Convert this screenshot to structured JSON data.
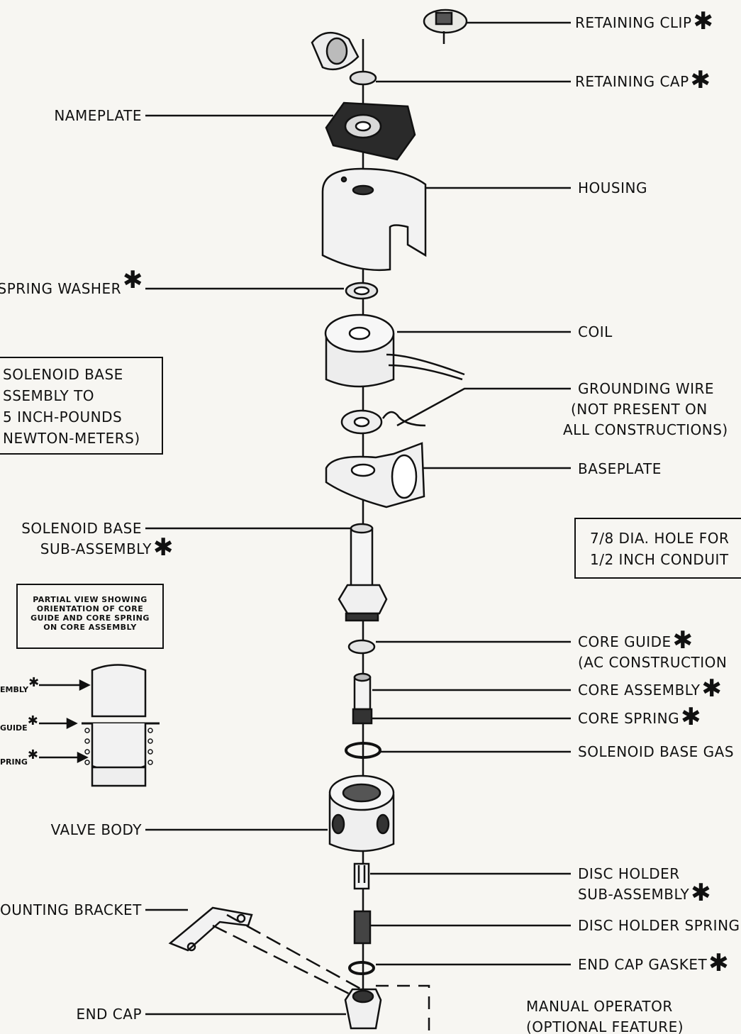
{
  "labels": {
    "retaining_clip": "RETAINING CLIP",
    "retaining_cap": "RETAINING CAP",
    "nameplate": "NAMEPLATE",
    "housing": "HOUSING",
    "spring_washer": "SPRING WASHER",
    "coil": "COIL",
    "grounding_wire_1": "GROUNDING WIRE",
    "grounding_wire_2": "(NOT PRESENT ON",
    "grounding_wire_3": "ALL CONSTRUCTIONS)",
    "baseplate": "BASEPLATE",
    "solenoid_base_sub_1": "SOLENOID BASE",
    "solenoid_base_sub_2": "SUB-ASSEMBLY",
    "core_guide_1": "CORE GUIDE",
    "core_guide_2": "(AC CONSTRUCTION",
    "core_assembly": "CORE ASSEMBLY",
    "core_spring": "CORE SPRING",
    "solenoid_base_gasket": "SOLENOID BASE GAS",
    "valve_body": "VALVE BODY",
    "disc_holder_sub_1": "DISC HOLDER",
    "disc_holder_sub_2": "SUB-ASSEMBLY",
    "mounting_bracket": "OUNTING BRACKET",
    "disc_holder_spring": "DISC HOLDER SPRING",
    "end_cap_gasket": "END CAP GASKET",
    "end_cap": "END CAP",
    "manual_operator_1": "MANUAL OPERATOR",
    "manual_operator_2": "(OPTIONAL FEATURE)",
    "star": "✱"
  },
  "torque_box": "SOLENOID BASE\nSSEMBLY TO\n5 INCH-POUNDS\nNEWTON-METERS)",
  "conduit_box": "7/8 DIA. HOLE FOR\n1/2 INCH CONDUIT",
  "partial_view_box": "PARTIAL VIEW SHOWING ORIENTATION OF CORE GUIDE AND CORE SPRING ON CORE ASSEMBLY",
  "inset_labels": {
    "assembly": "EMBLY",
    "guide": "GUIDE",
    "spring": "PRING"
  }
}
